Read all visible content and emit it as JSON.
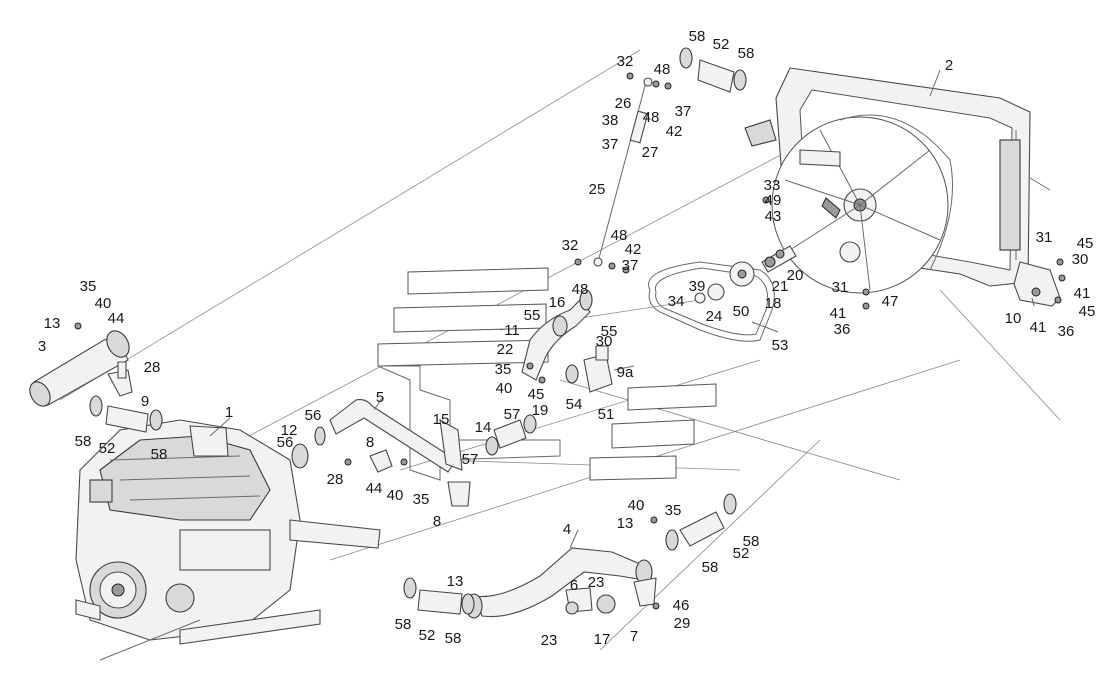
{
  "diagram": {
    "callouts": [
      {
        "label": "1"
      },
      {
        "label": "2"
      },
      {
        "label": "3"
      },
      {
        "label": "4"
      },
      {
        "label": "5"
      },
      {
        "label": "6"
      },
      {
        "label": "7"
      },
      {
        "label": "8"
      },
      {
        "label": "8"
      },
      {
        "label": "9"
      },
      {
        "label": "9а"
      },
      {
        "label": "10"
      },
      {
        "label": "11"
      },
      {
        "label": "12"
      },
      {
        "label": "13"
      },
      {
        "label": "13"
      },
      {
        "label": "13"
      },
      {
        "label": "14"
      },
      {
        "label": "15"
      },
      {
        "label": "16"
      },
      {
        "label": "17"
      },
      {
        "label": "18"
      },
      {
        "label": "19"
      },
      {
        "label": "20"
      },
      {
        "label": "21"
      },
      {
        "label": "22"
      },
      {
        "label": "23"
      },
      {
        "label": "23"
      },
      {
        "label": "24"
      },
      {
        "label": "25"
      },
      {
        "label": "26"
      },
      {
        "label": "27"
      },
      {
        "label": "28"
      },
      {
        "label": "28"
      },
      {
        "label": "29"
      },
      {
        "label": "30"
      },
      {
        "label": "30"
      },
      {
        "label": "31"
      },
      {
        "label": "31"
      },
      {
        "label": "32"
      },
      {
        "label": "32"
      },
      {
        "label": "33"
      },
      {
        "label": "34"
      },
      {
        "label": "35"
      },
      {
        "label": "35"
      },
      {
        "label": "35"
      },
      {
        "label": "35"
      },
      {
        "label": "36"
      },
      {
        "label": "36"
      },
      {
        "label": "37"
      },
      {
        "label": "37"
      },
      {
        "label": "37"
      },
      {
        "label": "38"
      },
      {
        "label": "39"
      },
      {
        "label": "40"
      },
      {
        "label": "40"
      },
      {
        "label": "40"
      },
      {
        "label": "40"
      },
      {
        "label": "41"
      },
      {
        "label": "41"
      },
      {
        "label": "41"
      },
      {
        "label": "42"
      },
      {
        "label": "42"
      },
      {
        "label": "43"
      },
      {
        "label": "44"
      },
      {
        "label": "44"
      },
      {
        "label": "45"
      },
      {
        "label": "45"
      },
      {
        "label": "45"
      },
      {
        "label": "46"
      },
      {
        "label": "47"
      },
      {
        "label": "48"
      },
      {
        "label": "48"
      },
      {
        "label": "48"
      },
      {
        "label": "48"
      },
      {
        "label": "49"
      },
      {
        "label": "50"
      },
      {
        "label": "51"
      },
      {
        "label": "52"
      },
      {
        "label": "52"
      },
      {
        "label": "52"
      },
      {
        "label": "52"
      },
      {
        "label": "53"
      },
      {
        "label": "54"
      },
      {
        "label": "55"
      },
      {
        "label": "55"
      },
      {
        "label": "56"
      },
      {
        "label": "56"
      },
      {
        "label": "57"
      },
      {
        "label": "57"
      },
      {
        "label": "58"
      },
      {
        "label": "58"
      },
      {
        "label": "58"
      },
      {
        "label": "58"
      },
      {
        "label": "58"
      },
      {
        "label": "58"
      },
      {
        "label": "58"
      },
      {
        "label": "58"
      }
    ]
  }
}
